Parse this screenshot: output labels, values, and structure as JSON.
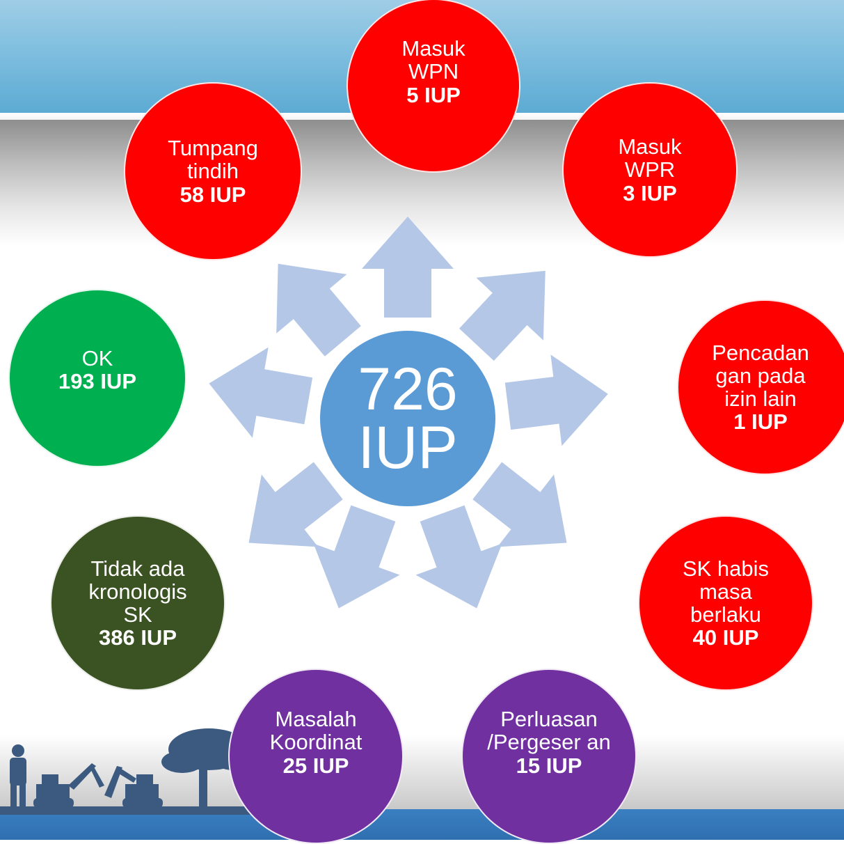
{
  "center": {
    "number": "726",
    "unit": "IUP"
  },
  "nodes": {
    "masuk_wpn": {
      "label": "Masuk WPN",
      "count": "5 IUP"
    },
    "masuk_wpr": {
      "label": "Masuk WPR",
      "count": "3 IUP"
    },
    "pencadangan": {
      "label": "Pencadan gan pada izin lain",
      "count": "1 IUP"
    },
    "sk_habis": {
      "label": "SK habis masa berlaku",
      "count": "40 IUP"
    },
    "perluasan": {
      "label": "Perluasan /Pergeser an",
      "count": "15 IUP"
    },
    "masalah_koordinat": {
      "label": "Masalah Koordinat",
      "count": "25 IUP"
    },
    "tidak_ada": {
      "label": "Tidak ada kronologis SK",
      "count": "386 IUP"
    },
    "ok": {
      "label": "OK",
      "count": "193 IUP"
    },
    "tumpang_tindih": {
      "label": "Tumpang tindih",
      "count": "58 IUP"
    }
  },
  "colors": {
    "problem": "#ff0000",
    "ok": "#00b050",
    "no_chronology": "#3b5323",
    "coordinate": "#7030a0",
    "center": "#5b9bd5",
    "arrow": "#b4c7e7"
  }
}
